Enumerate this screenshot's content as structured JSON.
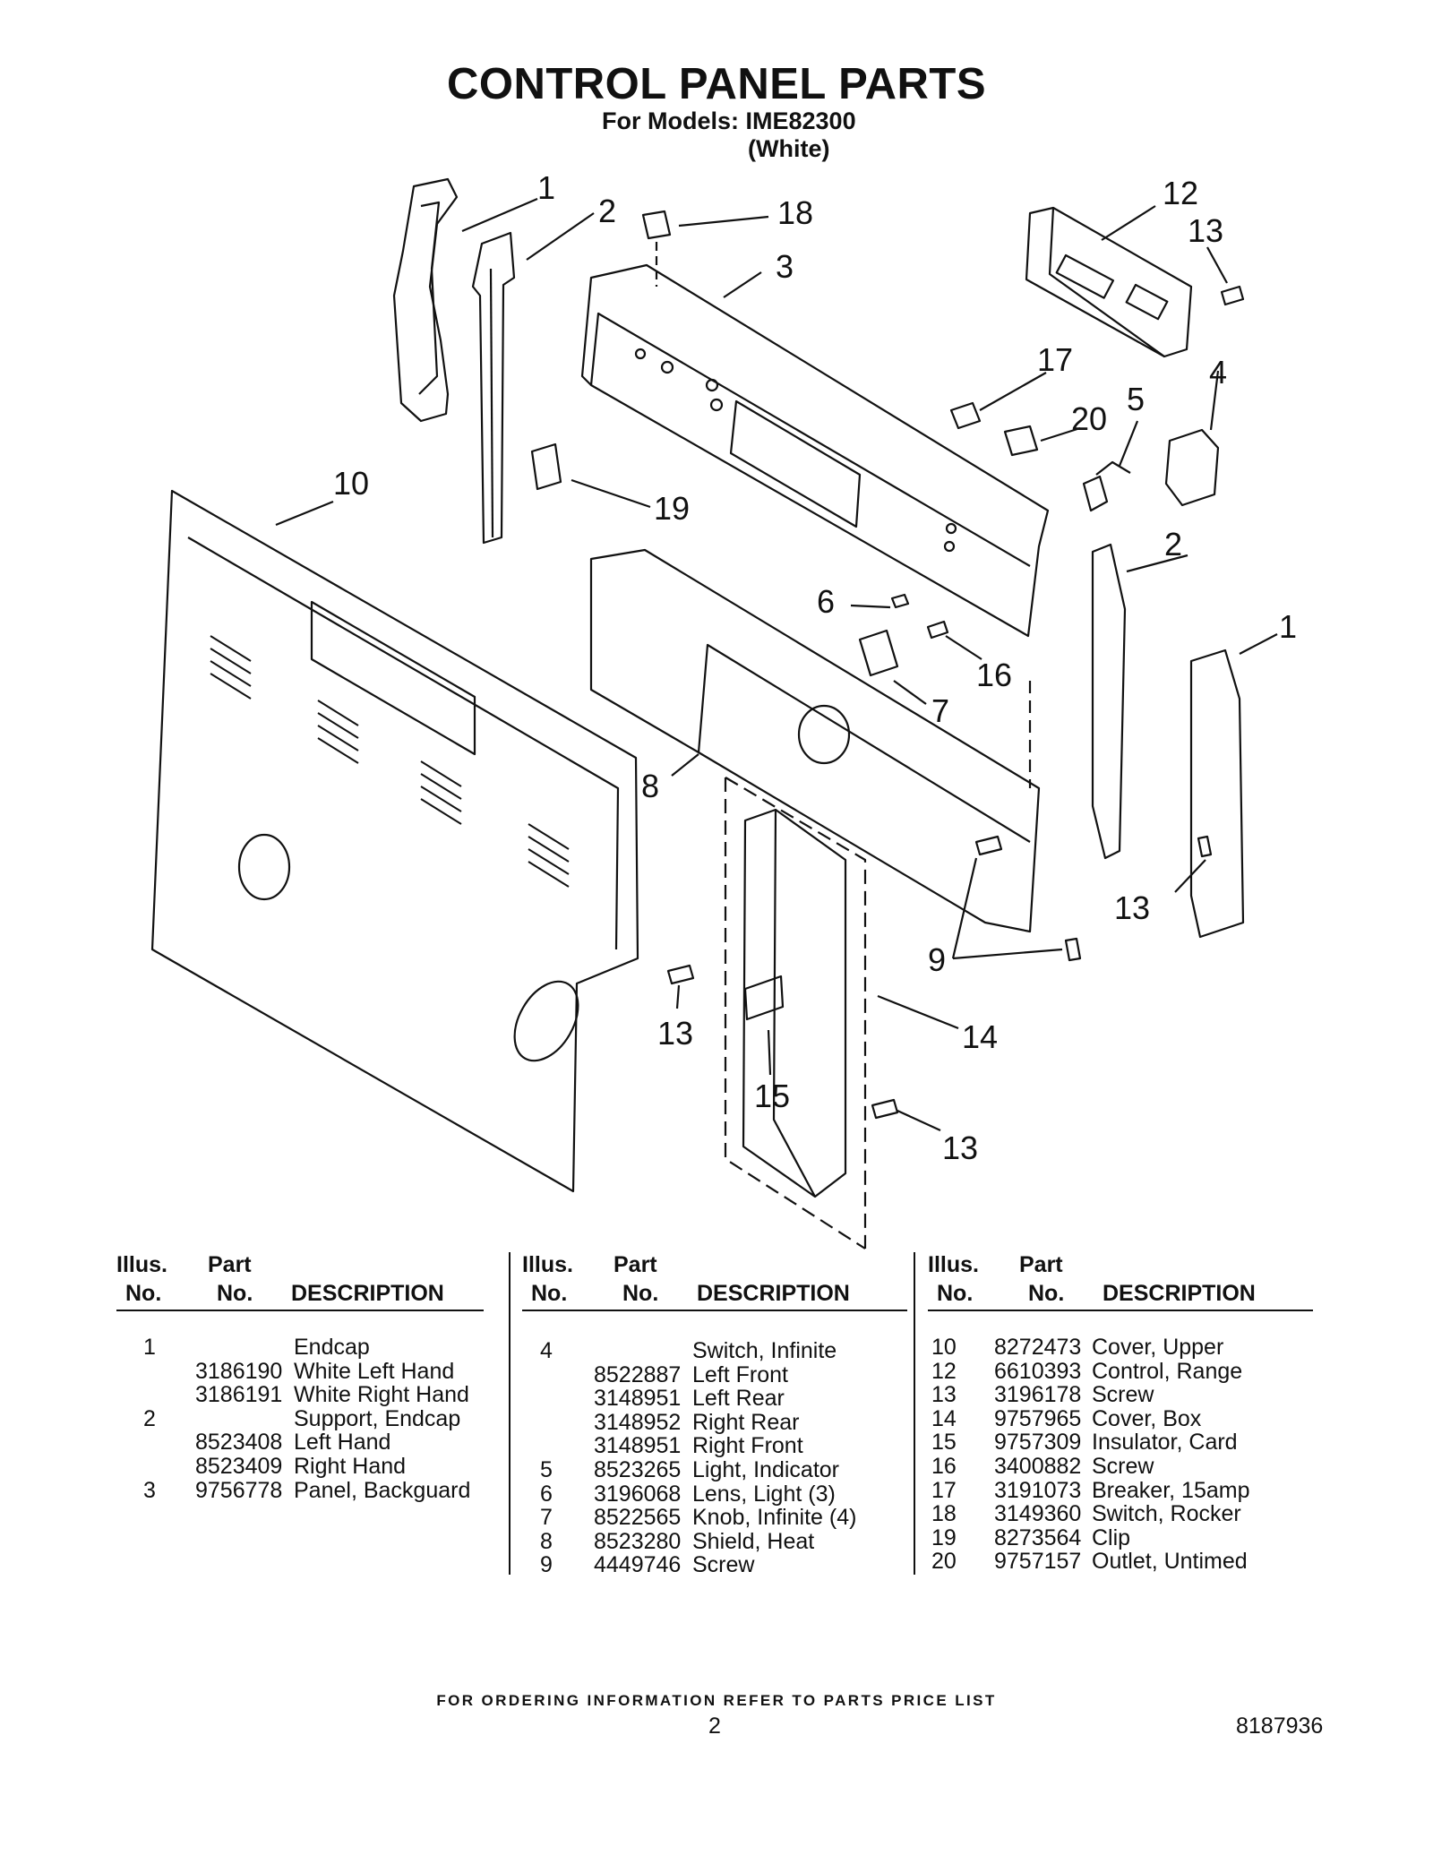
{
  "header": {
    "title": "CONTROL PANEL PARTS",
    "models_line": "For Models: IME82300",
    "color_line": "(White)"
  },
  "callouts": [
    "1",
    "2",
    "18",
    "3",
    "12",
    "13",
    "17",
    "4",
    "5",
    "20",
    "10",
    "19",
    "2",
    "6",
    "16",
    "1",
    "7",
    "8",
    "13",
    "9",
    "13",
    "14",
    "15",
    "13"
  ],
  "tables": [
    {
      "headers": {
        "illus_1": "Illus.",
        "illus_2": "No.",
        "part_1": "Part",
        "part_2": "No.",
        "desc": "DESCRIPTION"
      },
      "rows": [
        {
          "illus": "1",
          "part": "",
          "desc": "Endcap"
        },
        {
          "illus": "",
          "part": "3186190",
          "desc": "White Left Hand"
        },
        {
          "illus": "",
          "part": "3186191",
          "desc": "White Right Hand"
        },
        {
          "illus": "2",
          "part": "",
          "desc": "Support, Endcap"
        },
        {
          "illus": "",
          "part": "8523408",
          "desc": "Left Hand"
        },
        {
          "illus": "",
          "part": "8523409",
          "desc": "Right Hand"
        },
        {
          "illus": "3",
          "part": "9756778",
          "desc": "Panel, Backguard"
        }
      ]
    },
    {
      "headers": {
        "illus_1": "Illus.",
        "illus_2": "No.",
        "part_1": "Part",
        "part_2": "No.",
        "desc": "DESCRIPTION"
      },
      "rows": [
        {
          "illus": "4",
          "part": "",
          "desc": "Switch, Infinite"
        },
        {
          "illus": "",
          "part": "8522887",
          "desc": "Left Front"
        },
        {
          "illus": "",
          "part": "3148951",
          "desc": "Left Rear"
        },
        {
          "illus": "",
          "part": "3148952",
          "desc": "Right Rear"
        },
        {
          "illus": "",
          "part": "3148951",
          "desc": "Right Front"
        },
        {
          "illus": "5",
          "part": "8523265",
          "desc": "Light, Indicator"
        },
        {
          "illus": "6",
          "part": "3196068",
          "desc": "Lens, Light (3)"
        },
        {
          "illus": "7",
          "part": "8522565",
          "desc": "Knob, Infinite (4)"
        },
        {
          "illus": "8",
          "part": "8523280",
          "desc": "Shield, Heat"
        },
        {
          "illus": "9",
          "part": "4449746",
          "desc": "Screw"
        }
      ]
    },
    {
      "headers": {
        "illus_1": "Illus.",
        "illus_2": "No.",
        "part_1": "Part",
        "part_2": "No.",
        "desc": "DESCRIPTION"
      },
      "rows": [
        {
          "illus": "10",
          "part": "8272473",
          "desc": "Cover, Upper"
        },
        {
          "illus": "12",
          "part": "6610393",
          "desc": "Control, Range"
        },
        {
          "illus": "13",
          "part": "3196178",
          "desc": "Screw"
        },
        {
          "illus": "14",
          "part": "9757965",
          "desc": "Cover, Box"
        },
        {
          "illus": "15",
          "part": "9757309",
          "desc": "Insulator, Card"
        },
        {
          "illus": "16",
          "part": "3400882",
          "desc": "Screw"
        },
        {
          "illus": "17",
          "part": "3191073",
          "desc": "Breaker, 15amp"
        },
        {
          "illus": "18",
          "part": "3149360",
          "desc": "Switch, Rocker"
        },
        {
          "illus": "19",
          "part": "8273564",
          "desc": "Clip"
        },
        {
          "illus": "20",
          "part": "9757157",
          "desc": "Outlet, Untimed"
        }
      ]
    }
  ],
  "footer": {
    "ordering_note": "FOR ORDERING INFORMATION REFER TO PARTS PRICE LIST",
    "page_number": "2",
    "document_number": "8187936"
  }
}
